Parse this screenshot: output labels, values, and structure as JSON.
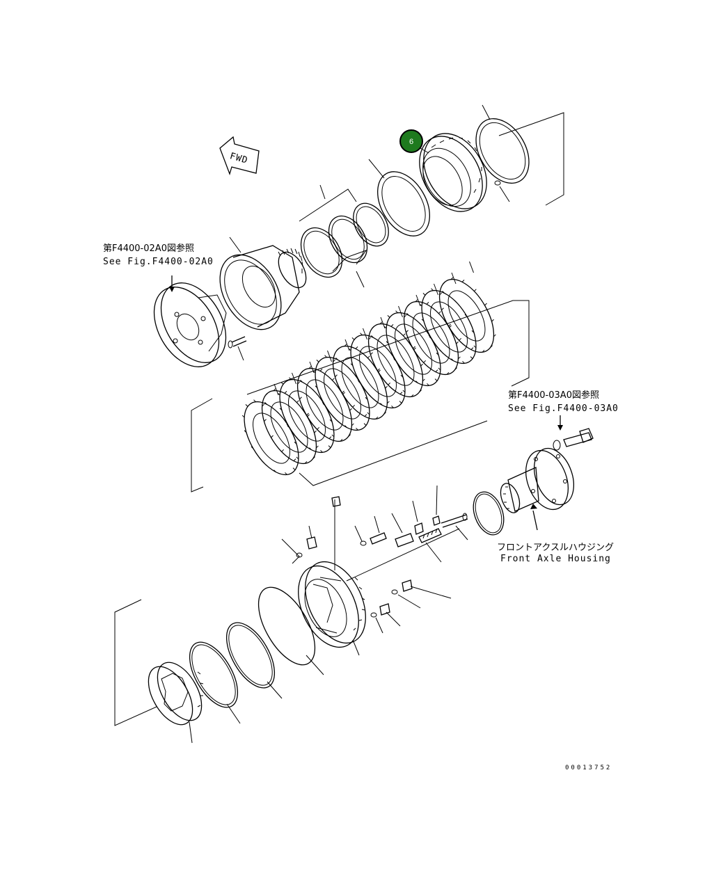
{
  "direction_label": "FWD",
  "references": [
    {
      "jp": "第F4400-02A0図参照",
      "en": "See Fig.F4400-02A0"
    },
    {
      "jp": "第F4400-03A0図参照",
      "en": "See Fig.F4400-03A0"
    }
  ],
  "housing_label": {
    "jp": "フロントアクスルハウジング",
    "en": "Front Axle Housing"
  },
  "callout": {
    "number": "6",
    "color": "#1e7a1e"
  },
  "drawing_number": "00013752"
}
